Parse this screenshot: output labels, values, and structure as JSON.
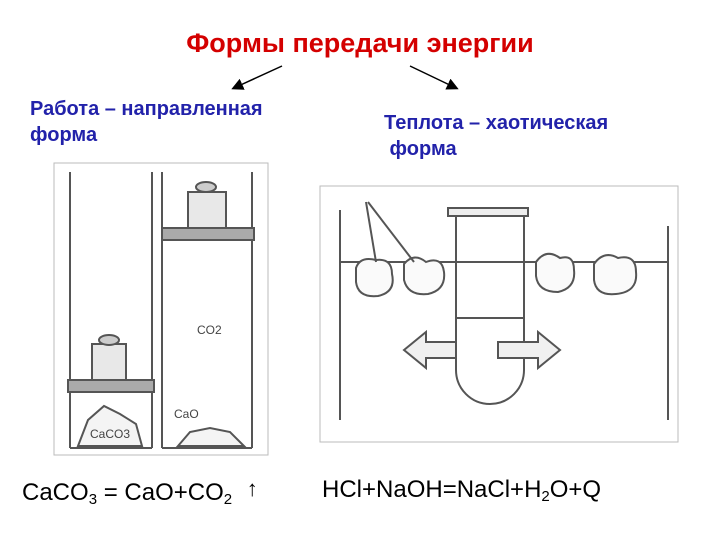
{
  "title": "Формы передачи энергии",
  "work": {
    "heading_line1": "Работа – направленная",
    "heading_line2": "форма",
    "labels": {
      "caco3": "CaCO3",
      "co2": "CO2",
      "cao": "CaO"
    }
  },
  "heat": {
    "heading_line1": "Теплота – хаотическая",
    "heading_line2": " форма"
  },
  "equation_left": {
    "p1": "CaCO",
    "s1": "3",
    "p2": " = CaO+CO",
    "s2": "2",
    "gas_arrow": "↑"
  },
  "equation_right": {
    "p1": "HCl+NaOH=NaCl+H",
    "s1": "2",
    "p2": "O+Q"
  },
  "colors": {
    "title": "#d40000",
    "subheading": "#2222aa",
    "drawing": "#555555"
  }
}
